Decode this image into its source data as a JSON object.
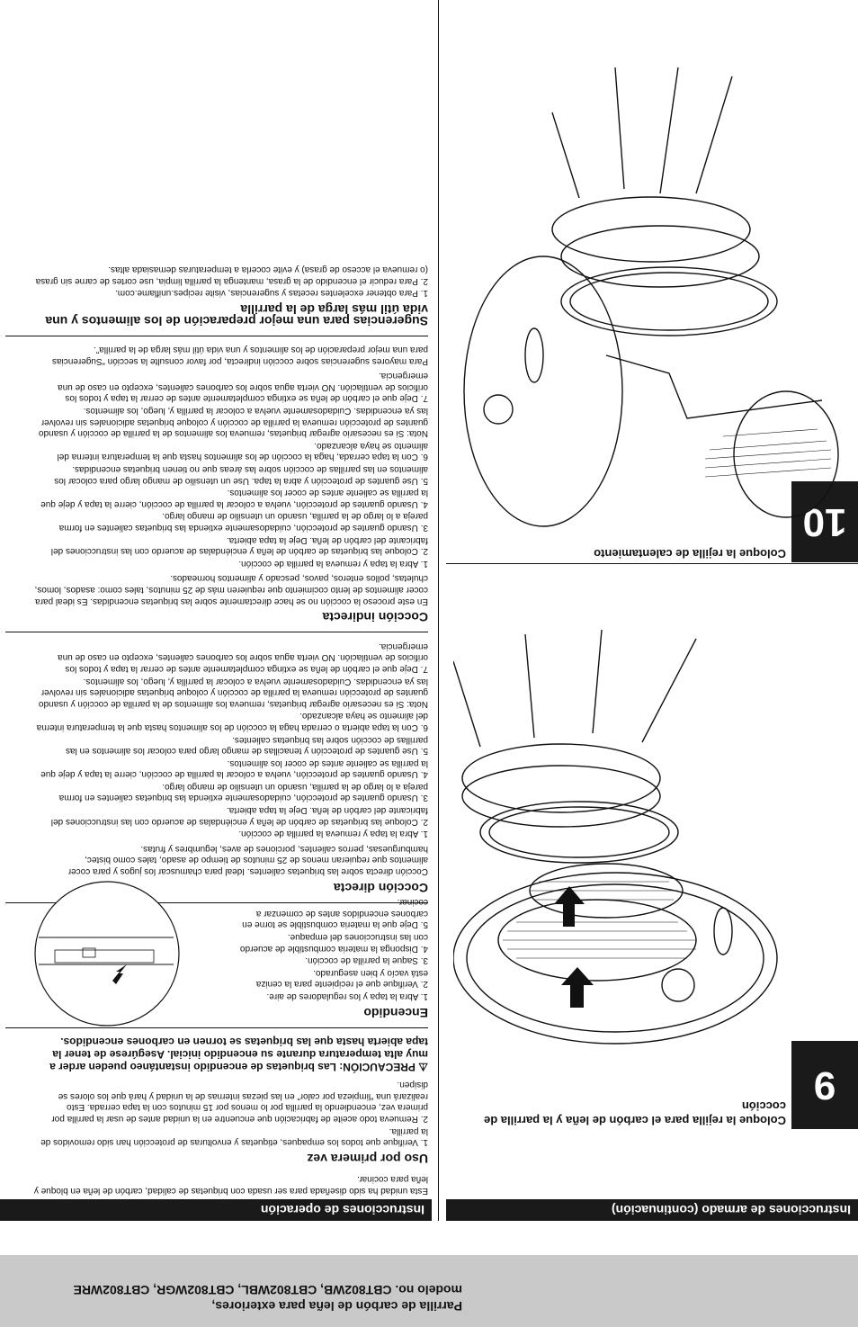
{
  "header": {
    "title_line1": "Parrilla de carbón de leña para exteriores,",
    "title_line2": "modelo no. CBT802WB, CBT802WBL, CBT802WGR, CBT802WRE"
  },
  "left_column": {
    "section_bar": "Instrucciones de operación",
    "intro": "Esta unidad ha sido diseñada para ser usada con briquetas de calidad, carbón de leña en bloque y leña para cocinar.",
    "first_use": {
      "title": "Uso por primera vez",
      "items": [
        "1. Verifique que todos los empaques, etiquetas y envolturas de protección han sido removidos de la parrilla.",
        "2. Remueva todo aceite de fabricación que encuentre en la unidad antes de usar la parrilla por primera vez, encendiendo la parrilla por lo menos por 15 minutos con la tapa cerrada. Esto realizará una “limpieza por calor” en las piezas internas de la unidad y hará que los olores se disipen."
      ],
      "warning": "PRECAUCIÓN: Las briquetas de encendido instantáneo pueden arder a muy alta temperatura durante su encendido inicial. Asegúrese de tener la tapa abierta hasta que las briquetas se tornen en carbones encendidos."
    },
    "lighting": {
      "title": "Encendido",
      "items": [
        "1. Abra la tapa y los reguladores de aire.",
        "2. Verifique que el recipiente para la ceniza está vacío y bien asegurado.",
        "3. Saque la parrilla de cocción.",
        "4. Disponga la materia combustible de acuerdo con las instrucciones del empaque.",
        "5. Deje que la materia combustible se torne en carbones encendidos antes de comenzar a cocinar."
      ]
    },
    "direct": {
      "title": "Cocción directa",
      "intro": "Cocción directa sobre las briquetas calientes. Ideal para chamuscar los jugos y para cocer alimentos que requieran menos de 25 minutos de tiempo de asado, tales como bistec, hamburguesas, perros calientes, porciones de aves, legumbres y frutas.",
      "items": [
        "1. Abra la tapa y remueva la parrilla de cocción.",
        "2. Coloque las briquetas de carbón de leña y enciéndalas de acuerdo con las instrucciones del fabricante del carbón de leña. Deje la tapa abierta.",
        "3. Usando guantes de protección, cuidadosamente extienda las briquetas calientes en forma pareja a lo largo de la parrilla, usando un utensilio de mango largo.",
        "4. Usando guantes de protección, vuelva a colocar la parrilla de cocción, cierre la tapa y deje que la parrilla se caliente antes de cocer los alimentos.",
        "5. Use guantes de protección y tenacillas de mango largo para colocar los alimentos en las parrillas de cocción sobre las briquetas calientes.",
        "6. Con la tapa abierta o cerrada haga la cocción de los alimentos hasta que la temperatura interna del alimento se haya alcanzado.",
        "Nota: Si es necesario agregar briquetas, remueva los alimentos de la parrilla de cocción y usando guantes de protección remueva la parrilla de cocción y coloque briquetas adicionales sin revolver las ya encendidas. Cuidadosamente vuelva a colocar la parrilla y, luego, los alimentos.",
        "7. Deje que el carbón de leña se extinga completamente antes de cerrar la tapa y todos los orificios de ventilación. NO vierta agua sobre los carbones calientes, excepto en caso de una emergencia."
      ]
    },
    "indirect": {
      "title": "Cocción indirecta",
      "intro": "En este proceso la cocción no se hace directamente sobre las briquetas encendidas. Es ideal para cocer alimentos de lento cocimiento que requieren más de 25 minutos, tales como: asados, lomos, chuletas, pollos enteros, pavos, pescado y alimentos horneados.",
      "items": [
        "1. Abra la tapa y remueva la parrilla de cocción.",
        "2. Coloque las briquetas de carbón de leña y enciéndalas de acuerdo con las instrucciones del fabricante del carbón de leña. Deje la tapa abierta.",
        "3. Usando guantes de protección, cuidadosamente extienda las briquetas calientes en forma pareja a lo largo de la parrilla, usando un utensilio de mango largo.",
        "4. Usando guantes de protección, vuelva a colocar la parrilla de cocción, cierre la tapa y deje que la parrilla se caliente antes de cocer los alimentos.",
        "5. Use guantes de protección y abra la tapa. Use un utensilio de mango largo para colocar los alimentos en las parrillas de cocción sobre las áreas que no tienen briquetas encendidas.",
        "6. Con la tapa cerrada, haga la cocción de los alimentos hasta que la temperatura interna del alimento se haya alcanzado.",
        "Nota: Si es necesario agregar briquetas, remueva los alimentos de la parrilla de cocción y usando guantes de protección remueva la parrilla de cocción y coloque briquetas adicionales sin revolver las ya encendidas. Cuidadosamente vuelva a colocar la parrilla y, luego, los alimentos.",
        "7. Deje que el carbón de leña se extinga completamente antes de cerrar la tapa y todos los orificios de ventilación. NO vierta agua sobre los carbones calientes, excepto en caso de una emergencia."
      ],
      "footer": "Para mayores sugerencias sobre cocción indirecta, por favor consulte la sección “Sugerencias para una mejor preparación de los alimentos y una vida útil más larga de la parrilla”."
    },
    "tips": {
      "title": "Sugerencias para una mejor preparación de los alimentos y una vida útil más larga de la parrilla",
      "items": [
        "1. Para obtener excelentes recetas y sugerencias, visite recipes.uniflame.com.",
        "2. Para reducir el encendido de la grasa, mantenga la parrilla limpia, use cortes de carne sin grasa (o remueva el acceso de grasa) y evite cocerla a temperaturas demasiada altas."
      ]
    }
  },
  "right_column": {
    "section_bar": "Instrucciones de armado (continuación)",
    "step9": {
      "number": "9",
      "title": "Coloque la rejilla para el carbón de leña y la parrilla de cocción"
    },
    "step10": {
      "number": "10",
      "title": "Coloque la rejilla de calentamiento"
    }
  }
}
